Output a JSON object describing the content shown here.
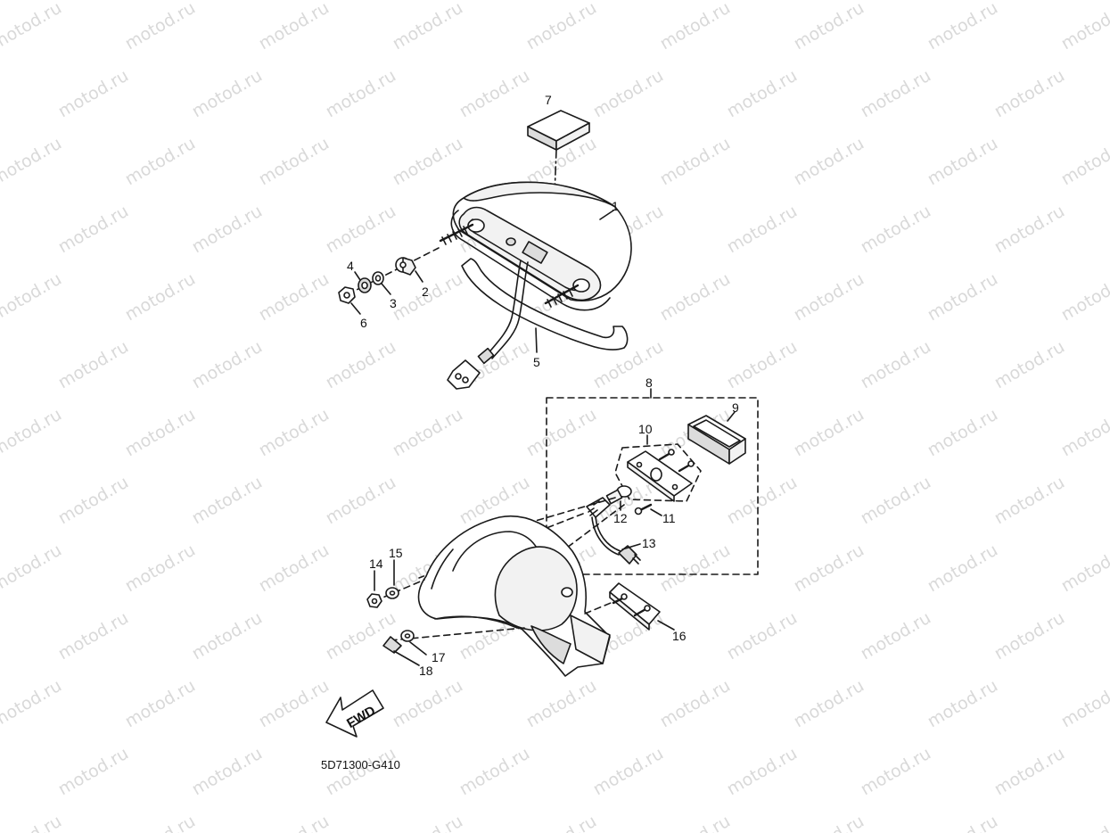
{
  "watermark": {
    "text": "motod.ru",
    "color": "#d9d9d9"
  },
  "diagram_code": "5D71300-G410",
  "direction_arrow": {
    "label": "FWD"
  },
  "callouts": [
    {
      "id": "c7",
      "label": "7"
    },
    {
      "id": "c1",
      "label": "1"
    },
    {
      "id": "c2",
      "label": "2"
    },
    {
      "id": "c3",
      "label": "3"
    },
    {
      "id": "c4",
      "label": "4"
    },
    {
      "id": "c5",
      "label": "5"
    },
    {
      "id": "c6",
      "label": "6"
    },
    {
      "id": "c8",
      "label": "8"
    },
    {
      "id": "c9",
      "label": "9"
    },
    {
      "id": "c10",
      "label": "10"
    },
    {
      "id": "c11",
      "label": "11"
    },
    {
      "id": "c12",
      "label": "12"
    },
    {
      "id": "c13",
      "label": "13"
    },
    {
      "id": "c14",
      "label": "14"
    },
    {
      "id": "c15",
      "label": "15"
    },
    {
      "id": "c16",
      "label": "16"
    },
    {
      "id": "c17",
      "label": "17"
    },
    {
      "id": "c18",
      "label": "18"
    }
  ]
}
